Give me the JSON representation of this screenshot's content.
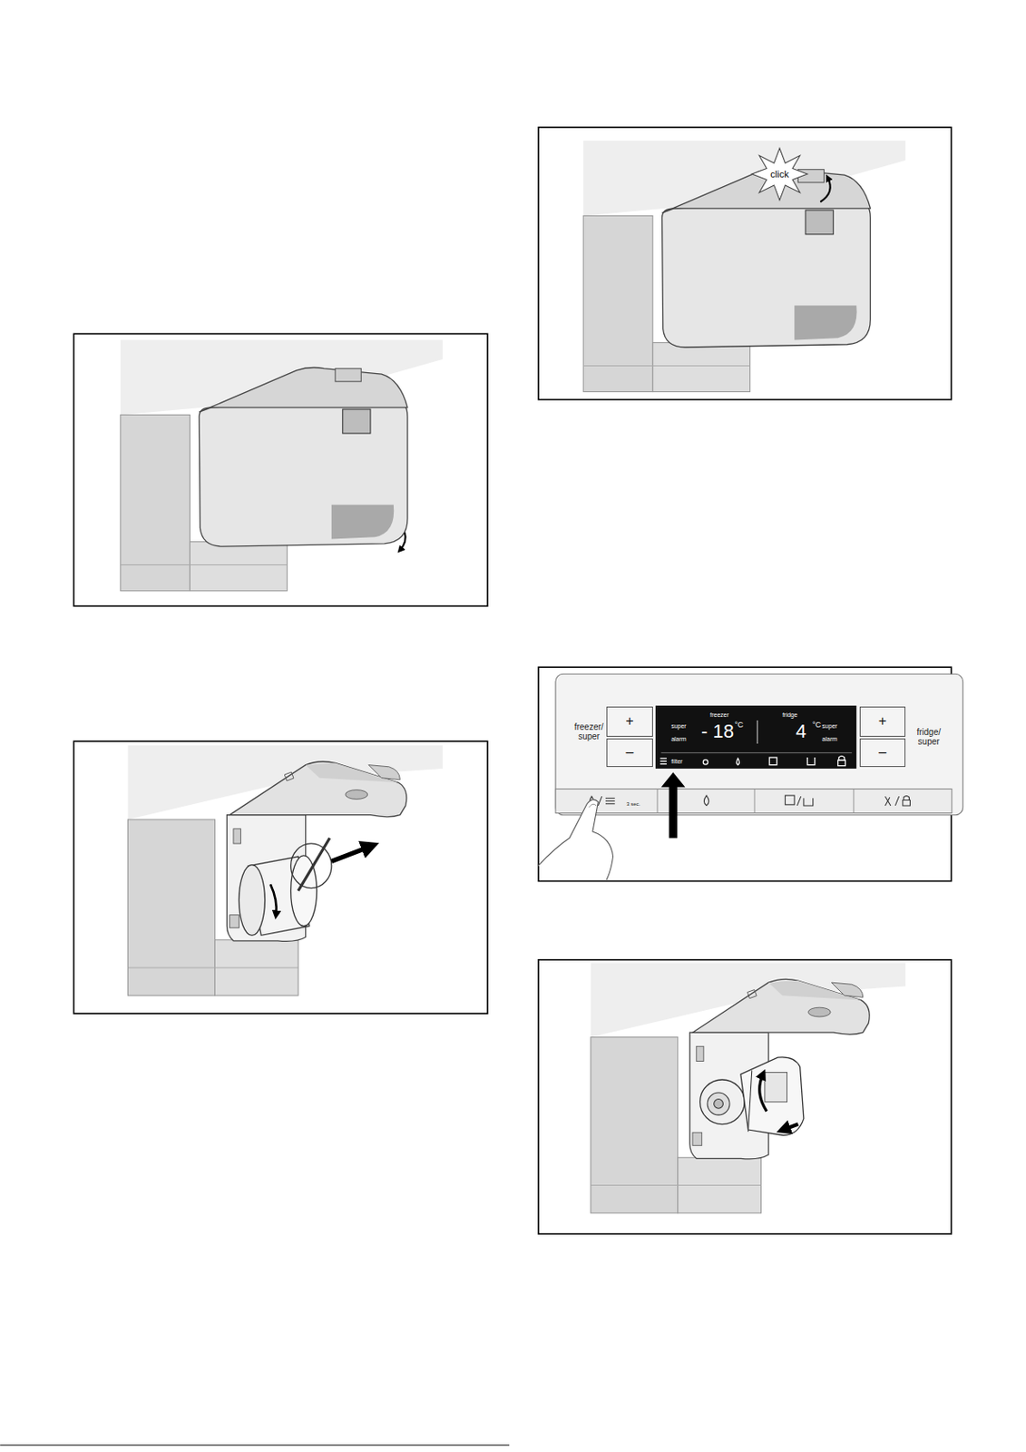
{
  "diagram": {
    "nodes": [
      {
        "text": [
          "+"
        ]
      },
      {
        "text": [
          "–"
        ]
      },
      {
        "text": [
          "+"
        ]
      },
      {
        "text": [
          "–"
        ]
      }
    ],
    "labels": [
      "click",
      "freezer/ super",
      "freezer",
      "super",
      "alarm",
      "- 18",
      "°C",
      "fridge",
      "4",
      "°C",
      "super",
      "alarm",
      "filter",
      "fridge/ super",
      "3 sec."
    ]
  }
}
